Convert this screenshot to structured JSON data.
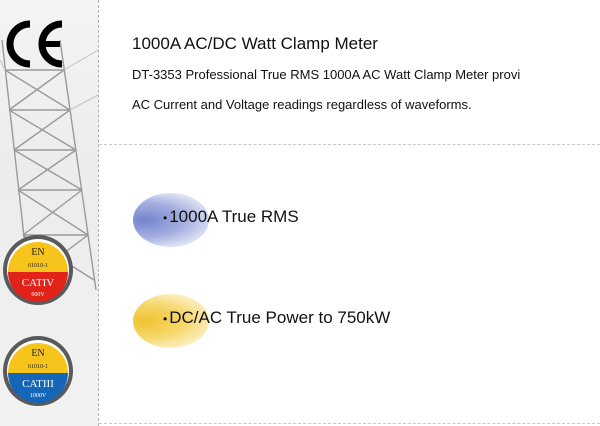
{
  "left_panel": {
    "ce_mark": "CE",
    "badges": [
      {
        "top_text": "EN",
        "standard": "61010-1",
        "category": "CATIV",
        "voltage": "600V",
        "bottom_color": "#e2231a"
      },
      {
        "top_text": "EN",
        "standard": "61010-1",
        "category": "CATIII",
        "voltage": "1000V",
        "bottom_color": "#1566b7"
      }
    ]
  },
  "header": {
    "title": "1000A AC/DC Watt Clamp Meter",
    "description_line1": "DT-3353 Professional True RMS 1000A AC Watt Clamp Meter provi",
    "description_line2": "AC Current and Voltage readings regardless of waveforms."
  },
  "features": [
    {
      "label": "1000A True RMS",
      "blob_color": "#7584cc"
    },
    {
      "label": "DC/AC True Power to 750kW",
      "blob_color": "#f0c330"
    }
  ],
  "colors": {
    "badge_yellow": "#f7c41b",
    "badge_ring": "#5a5a5a"
  }
}
